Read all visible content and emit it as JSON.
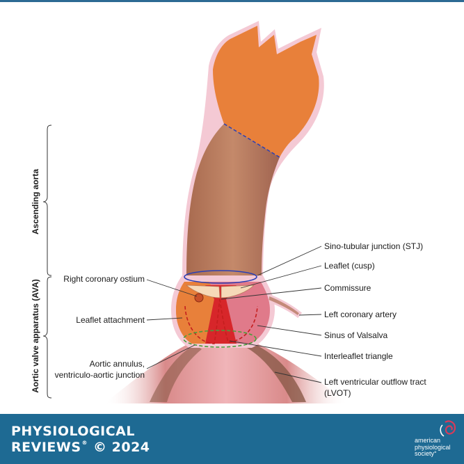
{
  "labels": {
    "stj": "Sino-tubular junction (STJ)",
    "leaflet": "Leaflet (cusp)",
    "commissure": "Commissure",
    "left_coronary": "Left coronary artery",
    "sinus": "Sinus of Valsalva",
    "interleaflet": "Interleaflet triangle",
    "lvot_line1": "Left ventricular outflow tract",
    "lvot_line2": "(LVOT)",
    "right_coronary": "Right coronary ostium",
    "leaflet_attachment": "Leaflet attachment",
    "annulus_line1": "Aortic annulus,",
    "annulus_line2": "ventriculo-aortic junction"
  },
  "brackets": {
    "ascending": "Ascending aorta",
    "ava": "Aortic valve apparatus (AVA)"
  },
  "footer": {
    "journal_line1": "PHYSIOLOGICAL",
    "journal_line2": "REVIEWS",
    "trademark": "®",
    "copyright": "© 2024",
    "society_line1": "american",
    "society_line2": "physiological",
    "society_line3": "society°"
  },
  "colors": {
    "aorta_orange": "#e8803a",
    "aorta_tan": "#b87a5c",
    "adventitia_pink": "#f4c9d4",
    "valve_red": "#d7262a",
    "stj_blue": "#2a3fb5",
    "annulus_green": "#4a9d3a",
    "footer_blue": "#1e6a93"
  },
  "icons": [
    "aps-logo-icon"
  ]
}
